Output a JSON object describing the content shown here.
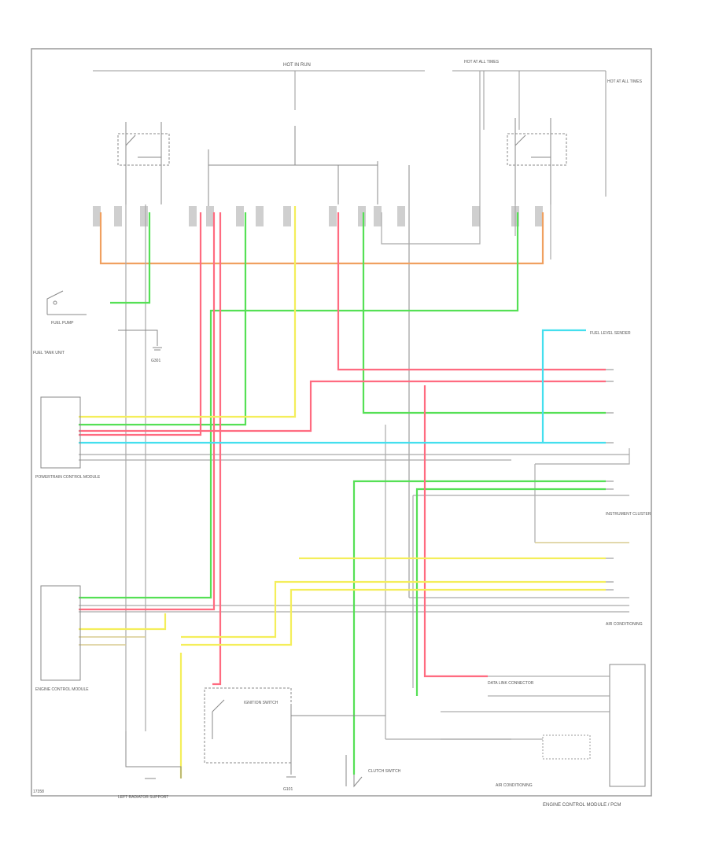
{
  "diagram": {
    "footer_code": "17358",
    "bottom_right_title": "ENGINE CONTROL MODULE / PCM",
    "top_labels": {
      "hot_at_all_times_left": "HOT IN RUN",
      "hot_at_all_times_center": "HOT AT ALL TIMES",
      "hot_at_all_times_right": "HOT AT ALL TIMES"
    },
    "components": {
      "fuel_pump": "FUEL PUMP",
      "fuel_tank_unit": "FUEL TANK UNIT",
      "ground": "G301",
      "left_module": "POWERTRAIN CONTROL MODULE",
      "bottom_left_module": "ENGINE CONTROL MODULE",
      "bottom_left_ground": "LEFT RADIATOR SUPPORT",
      "bottom_center_switch": "IGNITION SWITCH",
      "bottom_center_ground": "G101",
      "right_top_module": "FUEL LEVEL SENDER",
      "right_mid_module": "INSTRUMENT CLUSTER",
      "right_lower_module": "AIR CONDITIONING",
      "bottom_right_module": "DATA LINK CONNECTOR",
      "bottom_right_relay": "CLUTCH SWITCH"
    }
  }
}
